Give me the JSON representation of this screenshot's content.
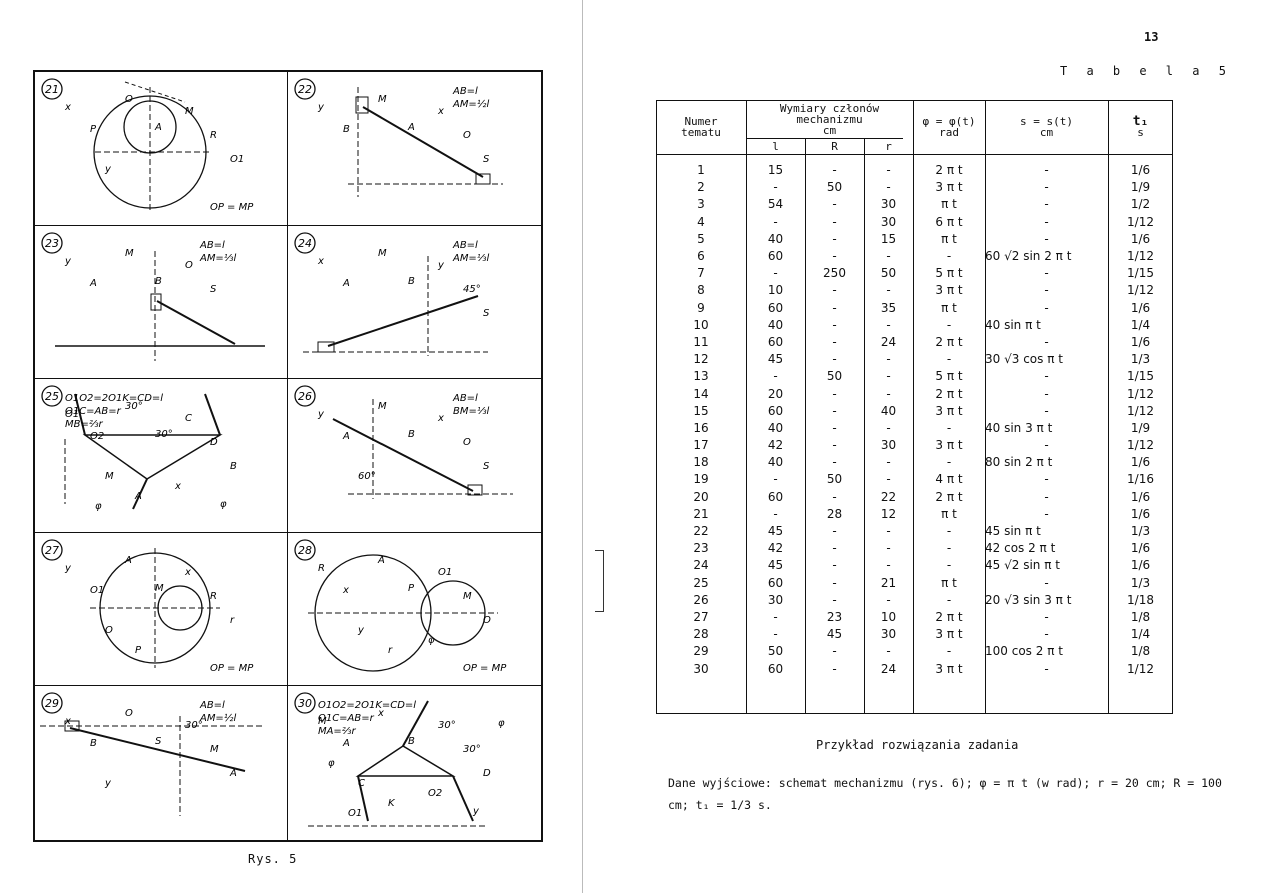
{
  "left_page": {
    "caption": "Rys. 5",
    "figures": [
      {
        "num": "21",
        "labels": [
          "x",
          "P",
          "O",
          "A",
          "M",
          "R",
          "O1",
          "y"
        ],
        "note": "OP = MP"
      },
      {
        "num": "22",
        "labels": [
          "y",
          "B",
          "M",
          "A",
          "x",
          "O",
          "S"
        ],
        "note_lines": [
          "AB=l",
          "AM=½l"
        ]
      },
      {
        "num": "23",
        "labels": [
          "y",
          "A",
          "M",
          "B",
          "O",
          "S"
        ],
        "note_lines": [
          "AB=l",
          "AM=⅓l"
        ]
      },
      {
        "num": "24",
        "labels": [
          "x",
          "A",
          "M",
          "B",
          "y",
          "45°",
          "S"
        ],
        "note_lines": [
          "AB=l",
          "AM=⅓l"
        ]
      },
      {
        "num": "25",
        "labels": [
          "O1",
          "O2",
          "30°",
          "30°",
          "C",
          "D",
          "B",
          "M",
          "A",
          "x",
          "φ",
          "φ"
        ],
        "note_lines": [
          "O1O2=2O1K=CD=l",
          "O1C=AB=r",
          "MB=⅔r"
        ]
      },
      {
        "num": "26",
        "labels": [
          "y",
          "A",
          "M",
          "B",
          "x",
          "O",
          "S",
          "60°"
        ],
        "note_lines": [
          "AB=l",
          "BM=⅓l"
        ]
      },
      {
        "num": "27",
        "labels": [
          "y",
          "O1",
          "A",
          "M",
          "x",
          "R",
          "r",
          "O",
          "P"
        ],
        "note": "OP = MP"
      },
      {
        "num": "28",
        "labels": [
          "R",
          "x",
          "A",
          "P",
          "O1",
          "M",
          "O",
          "y",
          "r",
          "φ"
        ],
        "note": "OP = MP"
      },
      {
        "num": "29",
        "labels": [
          "x",
          "B",
          "O",
          "S",
          "30°",
          "M",
          "A",
          "y"
        ],
        "note_lines": [
          "AB=l",
          "AM=½l"
        ]
      },
      {
        "num": "30",
        "labels": [
          "M",
          "A",
          "x",
          "B",
          "30°",
          "30°",
          "D",
          "C",
          "K",
          "O2",
          "O1",
          "y",
          "φ",
          "φ"
        ],
        "note_lines": [
          "O1O2=2O1K=CD=l",
          "O1C=AB=r",
          "MA=⅔r"
        ]
      }
    ]
  },
  "right_page": {
    "page_number": "13",
    "table_label": "T a b e l a  5",
    "table": {
      "headers": {
        "numer": [
          "Numer",
          "tematu"
        ],
        "wymiary": [
          "Wymiary członów",
          "mechanizmu",
          "cm"
        ],
        "sub": [
          "l",
          "R",
          "r"
        ],
        "phi": [
          "φ = φ(t)",
          "rad"
        ],
        "s": [
          "s = s(t)",
          "cm"
        ],
        "t1": [
          "t₁",
          "s"
        ]
      },
      "rows": [
        {
          "n": "1",
          "l": "15",
          "R": "-",
          "r": "-",
          "phi": "2 π t",
          "s": "-",
          "t1": "1/6"
        },
        {
          "n": "2",
          "l": "-",
          "R": "50",
          "r": "-",
          "phi": "3 π t",
          "s": "-",
          "t1": "1/9"
        },
        {
          "n": "3",
          "l": "54",
          "R": "-",
          "r": "30",
          "phi": "π t",
          "s": "-",
          "t1": "1/2"
        },
        {
          "n": "4",
          "l": "-",
          "R": "-",
          "r": "30",
          "phi": "6 π t",
          "s": "-",
          "t1": "1/12"
        },
        {
          "n": "5",
          "l": "40",
          "R": "-",
          "r": "15",
          "phi": "π t",
          "s": "-",
          "t1": "1/6"
        },
        {
          "n": "6",
          "l": "60",
          "R": "-",
          "r": "-",
          "phi": "-",
          "s": "60 √2 sin 2 π t",
          "t1": "1/12"
        },
        {
          "n": "7",
          "l": "-",
          "R": "250",
          "r": "50",
          "phi": "5 π t",
          "s": "-",
          "t1": "1/15"
        },
        {
          "n": "8",
          "l": "10",
          "R": "-",
          "r": "-",
          "phi": "3 π t",
          "s": "-",
          "t1": "1/12"
        },
        {
          "n": "9",
          "l": "60",
          "R": "-",
          "r": "35",
          "phi": "π t",
          "s": "-",
          "t1": "1/6"
        },
        {
          "n": "10",
          "l": "40",
          "R": "-",
          "r": "-",
          "phi": "-",
          "s": "40 sin π t",
          "t1": "1/4"
        },
        {
          "n": "11",
          "l": "60",
          "R": "-",
          "r": "24",
          "phi": "2 π t",
          "s": "-",
          "t1": "1/6"
        },
        {
          "n": "12",
          "l": "45",
          "R": "-",
          "r": "-",
          "phi": "-",
          "s": "30 √3 cos π t",
          "t1": "1/3"
        },
        {
          "n": "13",
          "l": "-",
          "R": "50",
          "r": "-",
          "phi": "5 π t",
          "s": "-",
          "t1": "1/15"
        },
        {
          "n": "14",
          "l": "20",
          "R": "-",
          "r": "-",
          "phi": "2 π t",
          "s": "-",
          "t1": "1/12"
        },
        {
          "n": "15",
          "l": "60",
          "R": "-",
          "r": "40",
          "phi": "3 π t",
          "s": "-",
          "t1": "1/12"
        },
        {
          "n": "16",
          "l": "40",
          "R": "-",
          "r": "-",
          "phi": "-",
          "s": "40 sin 3 π t",
          "t1": "1/9"
        },
        {
          "n": "17",
          "l": "42",
          "R": "-",
          "r": "30",
          "phi": "3 π t",
          "s": "-",
          "t1": "1/12"
        },
        {
          "n": "18",
          "l": "40",
          "R": "-",
          "r": "-",
          "phi": "-",
          "s": "80 sin 2 π t",
          "t1": "1/6"
        },
        {
          "n": "19",
          "l": "-",
          "R": "50",
          "r": "-",
          "phi": "4 π t",
          "s": "-",
          "t1": "1/16"
        },
        {
          "n": "20",
          "l": "60",
          "R": "-",
          "r": "22",
          "phi": "2 π t",
          "s": "-",
          "t1": "1/6"
        },
        {
          "n": "21",
          "l": "-",
          "R": "28",
          "r": "12",
          "phi": "π t",
          "s": "-",
          "t1": "1/6"
        },
        {
          "n": "22",
          "l": "45",
          "R": "-",
          "r": "-",
          "phi": "-",
          "s": "45 sin π t",
          "t1": "1/3"
        },
        {
          "n": "23",
          "l": "42",
          "R": "-",
          "r": "-",
          "phi": "-",
          "s": "42 cos 2 π t",
          "t1": "1/6"
        },
        {
          "n": "24",
          "l": "45",
          "R": "-",
          "r": "-",
          "phi": "-",
          "s": "45 √2 sin π t",
          "t1": "1/6"
        },
        {
          "n": "25",
          "l": "60",
          "R": "-",
          "r": "21",
          "phi": "π t",
          "s": "-",
          "t1": "1/3"
        },
        {
          "n": "26",
          "l": "30",
          "R": "-",
          "r": "-",
          "phi": "-",
          "s": "20 √3 sin 3 π t",
          "t1": "1/18"
        },
        {
          "n": "27",
          "l": "-",
          "R": "23",
          "r": "10",
          "phi": "2 π t",
          "s": "-",
          "t1": "1/8"
        },
        {
          "n": "28",
          "l": "-",
          "R": "45",
          "r": "30",
          "phi": "3 π t",
          "s": "-",
          "t1": "1/4"
        },
        {
          "n": "29",
          "l": "50",
          "R": "-",
          "r": "-",
          "phi": "-",
          "s": "100 cos 2 π t",
          "t1": "1/8"
        },
        {
          "n": "30",
          "l": "60",
          "R": "-",
          "r": "24",
          "phi": "3 π t",
          "s": "-",
          "t1": "1/12"
        }
      ]
    },
    "example_title": "Przykład rozwiązania zadania",
    "example_text": "Dane wyjściowe: schemat mechanizmu (rys. 6); φ = π t (w rad); r = 20 cm; R = 100 cm; t₁ = 1/3 s."
  }
}
